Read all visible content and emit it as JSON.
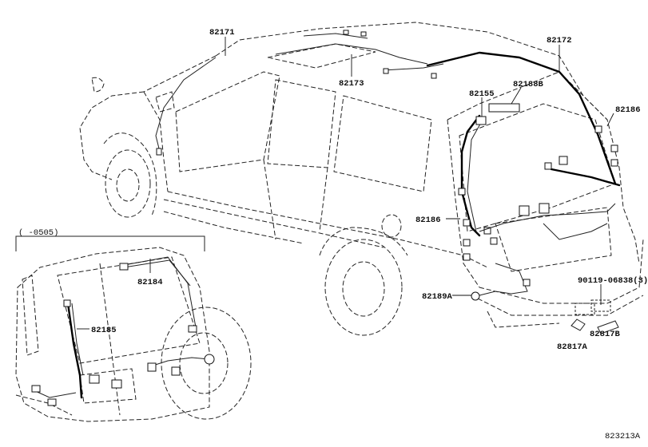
{
  "callouts": {
    "p82171": "82171",
    "p82172": "82172",
    "p82173": "82173",
    "p82155": "82155",
    "p82188b": "82188B",
    "p82186_right": "82186",
    "p82186_left": "82186",
    "p82189a": "82189A",
    "p90119": "90119-06838(3)",
    "p82817b": "82817B",
    "p82817a": "82817A",
    "p82184": "82184",
    "p82185": "82185"
  },
  "inset": {
    "range_label": "(   -0505)"
  },
  "figure_id": "823213A"
}
